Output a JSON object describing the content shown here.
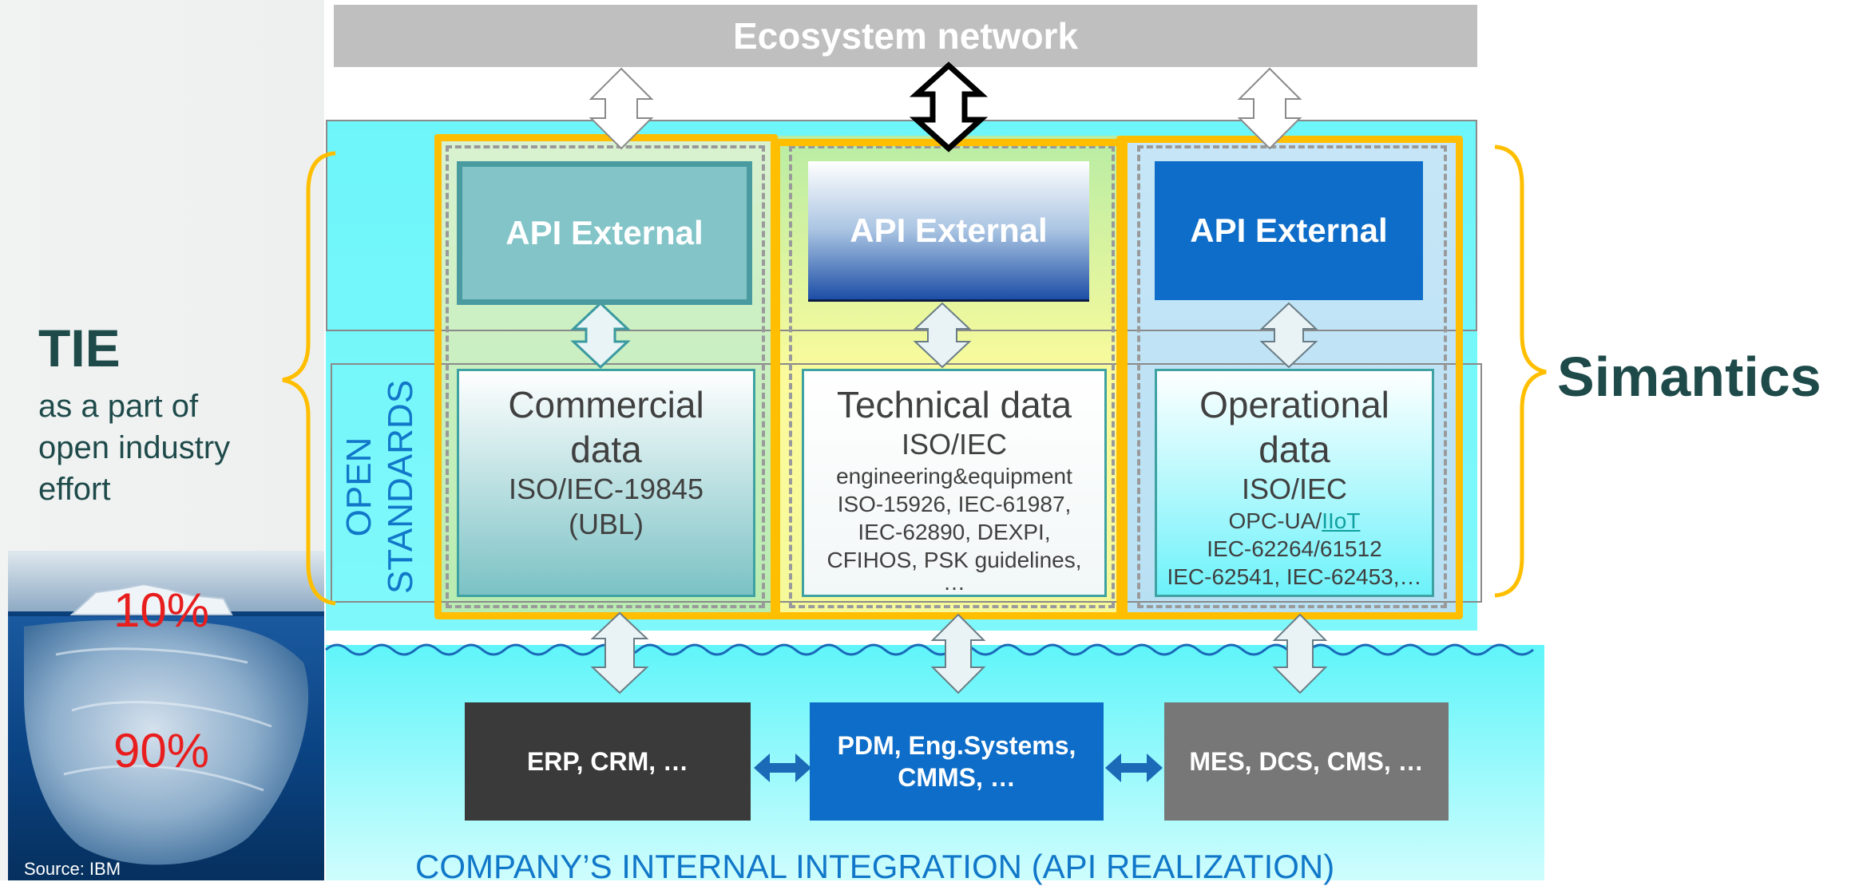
{
  "left_panel": {
    "tie_title": "TIE",
    "tie_subtitle_lines": [
      "as a part of",
      "open industry",
      "effort"
    ],
    "pct_above": "10%",
    "pct_below": "90%",
    "source": "Source: IBM"
  },
  "top_bar": {
    "label": "Ecosystem network"
  },
  "columns": [
    {
      "api_label": "API External",
      "data_title_lines": [
        "Commercial",
        "data"
      ],
      "data_sub_lines": [
        "ISO/IEC-19845",
        "(UBL)"
      ]
    },
    {
      "api_label": "API External",
      "data_title_lines": [
        "Technical data"
      ],
      "data_sub_lines": [
        "ISO/IEC"
      ],
      "data_small_lines": [
        "engineering&equipment",
        "ISO-15926, IEC-61987,",
        "IEC-62890, DEXPI,",
        "CFIHOS, PSK guidelines,",
        "…"
      ]
    },
    {
      "api_label": "API External",
      "data_title_lines": [
        "Operational",
        "data"
      ],
      "data_sub_lines": [
        "ISO/IEC"
      ],
      "data_small_prefix": "OPC-UA/",
      "data_small_link": "IIoT",
      "data_small_lines": [
        "IEC-62264/61512",
        "IEC-62541, IEC-62453,…"
      ]
    }
  ],
  "open_standards_lines": [
    "OPEN",
    "STANDARDS"
  ],
  "right_label": "Simantics",
  "systems": [
    "ERP, CRM, …",
    "PDM, Eng.Systems, CMMS, …",
    "MES, DCS, CMS, …"
  ],
  "bottom_label": "COMPANY’S INTERNAL INTEGRATION (API REALIZATION)",
  "colors": {
    "accent_orange": "#ffbf00",
    "cyan": "#6df6fa",
    "blue": "#0d6dc8",
    "text_dark": "#1f4a4a",
    "red": "#e81e1e"
  }
}
